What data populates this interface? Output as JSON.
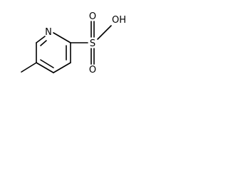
{
  "molecule": {
    "atoms": {
      "nitrogen": "N",
      "sulfur": "S",
      "oxygen_top": "O",
      "oxygen_bottom": "O",
      "hydroxyl": "OH"
    },
    "colors": {
      "bond": "#000000",
      "label": "#000000",
      "background": "#ffffff"
    }
  }
}
